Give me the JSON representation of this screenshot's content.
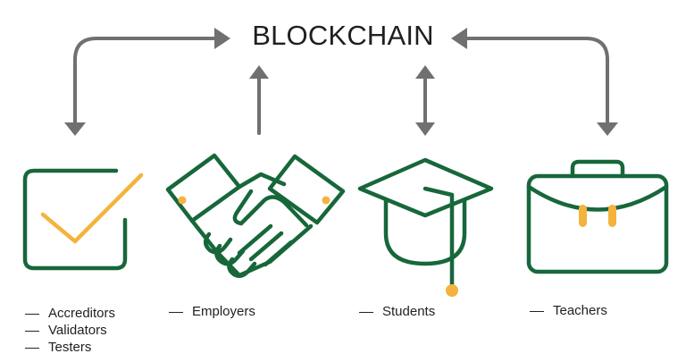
{
  "title": "BLOCKCHAIN",
  "colors": {
    "arrow": "#707070",
    "icon_green": "#17673A",
    "accent_orange": "#F4B33D",
    "text": "#1f1f1f"
  },
  "icons": [
    {
      "name": "checkbox-icon",
      "label_rows": [
        "Accreditors",
        "Validators",
        "Testers"
      ]
    },
    {
      "name": "handshake-icon",
      "label_rows": [
        "Employers"
      ]
    },
    {
      "name": "graduation-cap-icon",
      "label_rows": [
        "Students"
      ]
    },
    {
      "name": "briefcase-icon",
      "label_rows": [
        "Teachers"
      ]
    }
  ]
}
